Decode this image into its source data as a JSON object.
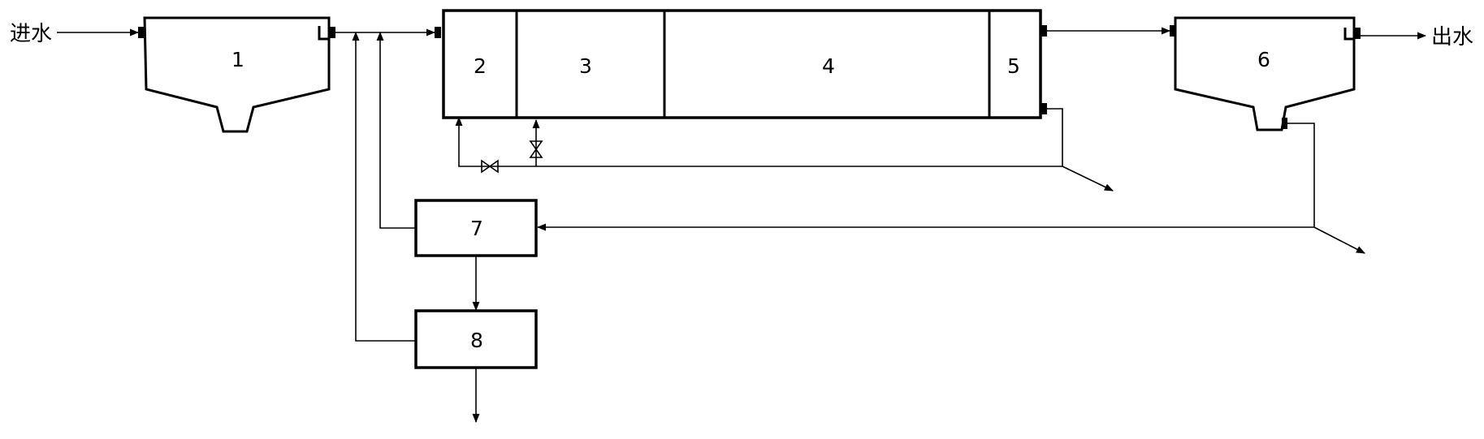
{
  "labels": {
    "inlet": "进水",
    "outlet": "出水"
  },
  "units": [
    {
      "id": "unit-1",
      "label": "1"
    },
    {
      "id": "unit-2",
      "label": "2"
    },
    {
      "id": "unit-3",
      "label": "3"
    },
    {
      "id": "unit-4",
      "label": "4"
    },
    {
      "id": "unit-5",
      "label": "5"
    },
    {
      "id": "unit-6",
      "label": "6"
    },
    {
      "id": "unit-7",
      "label": "7"
    },
    {
      "id": "unit-8",
      "label": "8"
    }
  ],
  "colors": {
    "stroke": "#000000",
    "background": "#ffffff"
  }
}
